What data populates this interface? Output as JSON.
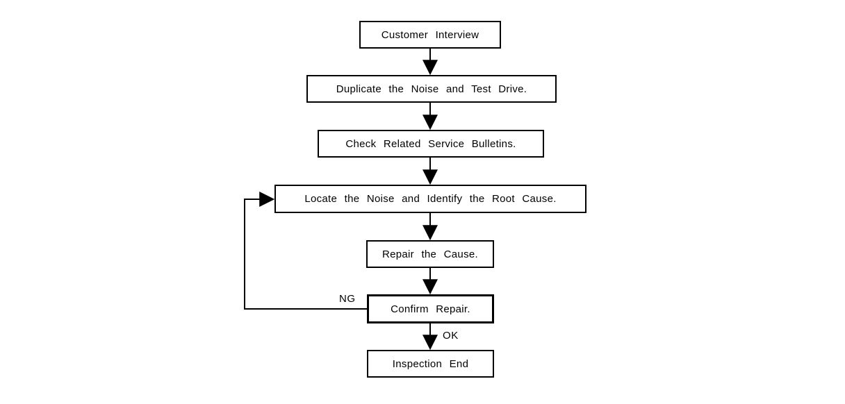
{
  "diagram": {
    "type": "flowchart",
    "background": "#ffffff",
    "line_color": "#000000",
    "nodes": [
      {
        "id": "customer-interview",
        "label": "Customer Interview"
      },
      {
        "id": "duplicate-noise-test-drive",
        "label": "Duplicate the Noise and Test Drive."
      },
      {
        "id": "check-service-bulletins",
        "label": "Check Related Service Bulletins."
      },
      {
        "id": "locate-noise-root-cause",
        "label": "Locate the Noise and Identify the Root Cause."
      },
      {
        "id": "repair-the-cause",
        "label": "Repair the Cause."
      },
      {
        "id": "confirm-repair",
        "label": "Confirm Repair."
      },
      {
        "id": "inspection-end",
        "label": "Inspection End"
      }
    ],
    "edges": [
      {
        "from": "customer-interview",
        "to": "duplicate-noise-test-drive",
        "label": ""
      },
      {
        "from": "duplicate-noise-test-drive",
        "to": "check-service-bulletins",
        "label": ""
      },
      {
        "from": "check-service-bulletins",
        "to": "locate-noise-root-cause",
        "label": ""
      },
      {
        "from": "locate-noise-root-cause",
        "to": "repair-the-cause",
        "label": ""
      },
      {
        "from": "repair-the-cause",
        "to": "confirm-repair",
        "label": ""
      },
      {
        "from": "confirm-repair",
        "to": "inspection-end",
        "label": "OK"
      },
      {
        "from": "confirm-repair",
        "to": "locate-noise-root-cause",
        "label": "NG"
      }
    ],
    "edge_labels": {
      "ng": "NG",
      "ok": "OK"
    }
  }
}
